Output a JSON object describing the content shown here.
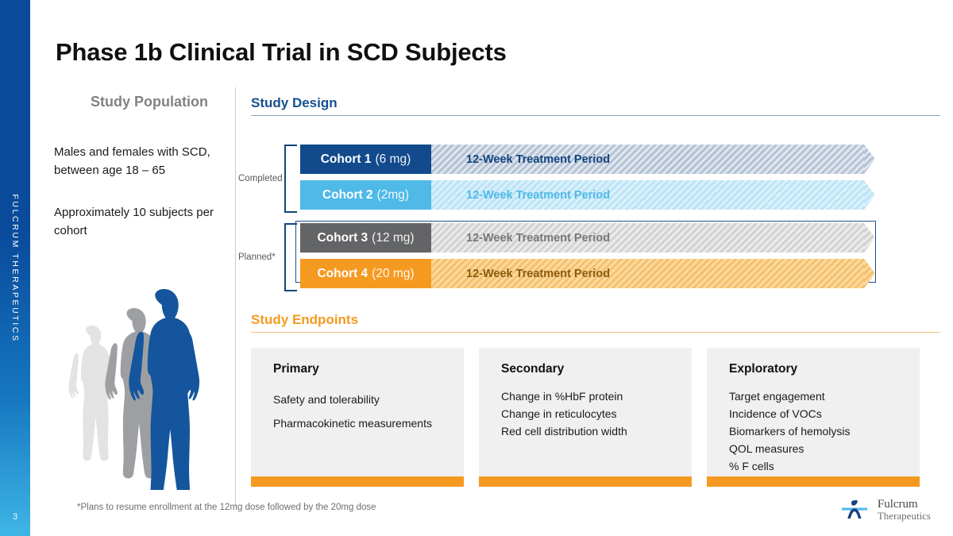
{
  "rail": {
    "brand": "FULCRUM THERAPEUTICS",
    "page_number": "3"
  },
  "title": "Phase 1b Clinical Trial in SCD Subjects",
  "left_column": {
    "heading": "Study Population",
    "paragraph_1": "Males and females with SCD, between age 18 – 65",
    "paragraph_2": "Approximately 10 subjects per cohort"
  },
  "study_design": {
    "heading": "Study Design",
    "groups": [
      {
        "label": "Completed"
      },
      {
        "label": "Planned*"
      }
    ],
    "cohorts": [
      {
        "name": "Cohort 1",
        "dose": "(6 mg)",
        "period": "12-Week Treatment Period",
        "label_bg": "#124a8c",
        "period_bg": "#dfe6ef",
        "period_stripe": "#b4c2d4",
        "period_text": "#12447e",
        "group": "Completed"
      },
      {
        "name": "Cohort 2",
        "dose": "(2mg)",
        "period": "12-Week Treatment Period",
        "label_bg": "#4fb9e8",
        "period_bg": "#daf1fb",
        "period_stripe": "#bce4f6",
        "period_text": "#4fb9e8",
        "group": "Completed"
      },
      {
        "name": "Cohort 3",
        "dose": "(12 mg)",
        "period": "12-Week Treatment Period",
        "label_bg": "#636466",
        "period_bg": "#ebebeb",
        "period_stripe": "#d2d2d2",
        "period_text": "#76777a",
        "group": "Planned*"
      },
      {
        "name": "Cohort 4",
        "dose": "(20 mg)",
        "period": "12-Week Treatment Period",
        "label_bg": "#f59a21",
        "period_bg": "#fbd9a3",
        "period_stripe": "#f6c169",
        "period_text": "#8a5a10",
        "group": "Planned*"
      }
    ]
  },
  "study_endpoints": {
    "heading": "Study Endpoints",
    "cards": [
      {
        "title": "Primary",
        "items": [
          "Safety and tolerability",
          "Pharmacokinetic measurements"
        ]
      },
      {
        "title": "Secondary",
        "items": [
          "Change in %HbF protein",
          "Change in reticulocytes",
          "Red cell distribution width"
        ]
      },
      {
        "title": "Exploratory",
        "items": [
          "Target engagement",
          "Incidence of VOCs",
          "Biomarkers of hemolysis",
          "QOL measures",
          "% F cells"
        ]
      }
    ]
  },
  "footnote": "*Plans to resume enrollment at the 12mg dose followed by the 20mg dose",
  "logo": {
    "line1": "Fulcrum",
    "line2": "Therapeutics"
  },
  "colors": {
    "brand_blue": "#0a4b9c",
    "brand_light_blue": "#3fb5e6",
    "accent_orange": "#f59a21",
    "design_heading": "#14508f",
    "gray": "#808285"
  }
}
